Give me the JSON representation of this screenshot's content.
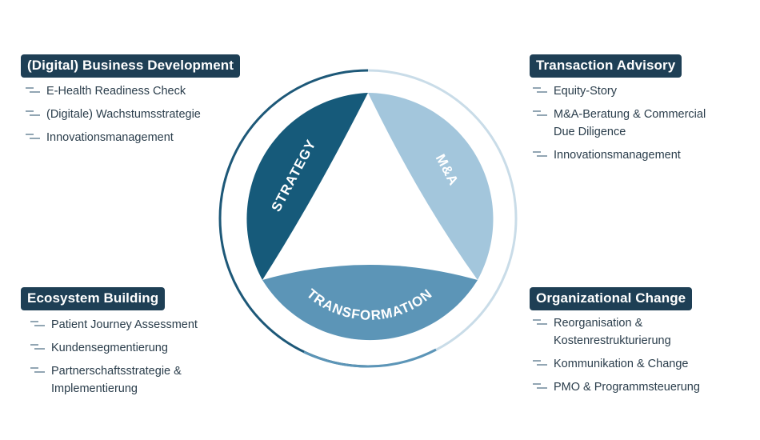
{
  "diagram": {
    "segments": [
      {
        "id": "strategy",
        "label": "STRATEGY",
        "color": "#165a7a"
      },
      {
        "id": "ma",
        "label": "M&A",
        "color": "#a3c6dc"
      },
      {
        "id": "transformation",
        "label": "TRANSFORMATION",
        "color": "#5c95b7"
      }
    ],
    "ring_colors": {
      "outer_dark": "#1d5878",
      "outer_light": "#c9dce8"
    }
  },
  "blocks": {
    "top_left": {
      "title": "(Digital) Business Development",
      "items": [
        "E-Health Readiness Check",
        "(Digitale) Wachstumsstrategie",
        "Innovationsmanagement"
      ]
    },
    "top_right": {
      "title": "Transaction Advisory",
      "items": [
        "Equity-Story",
        [
          "M&A-Beratung & Commercial",
          "Due Diligence"
        ],
        "Innovationsmanagement"
      ]
    },
    "bottom_left": {
      "title": "Ecosystem Building",
      "items": [
        "Patient Journey Assessment",
        "Kundensegmentierung",
        [
          "Partnerschaftsstrategie &",
          "Implementierung"
        ]
      ]
    },
    "bottom_right": {
      "title": "Organizational Change",
      "items": [
        [
          "Reorganisation &",
          "Kostenrestrukturierung"
        ],
        "Kommunikation & Change",
        "PMO & Programmsteuerung"
      ]
    }
  },
  "colors": {
    "heading_bg": "#1e3f55",
    "text": "#2a3d4b",
    "dash": "#4a6a80"
  }
}
